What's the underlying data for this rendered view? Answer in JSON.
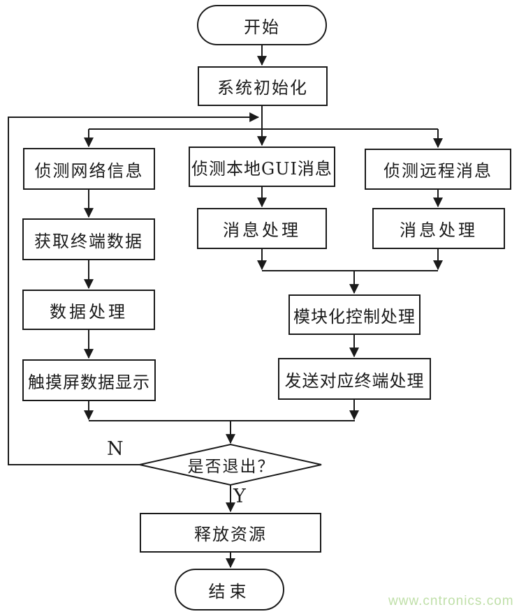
{
  "colors": {
    "line": "#1a1a1a",
    "text": "#1a1a1a",
    "watermark_text": "#bfdfa8",
    "background": "#ffffff"
  },
  "watermark": {
    "text": "www.cntronics.com"
  },
  "edge_labels": {
    "no": "N",
    "yes": "Y"
  },
  "nodes": {
    "start": {
      "label": "开始",
      "shape": "terminator"
    },
    "init": {
      "label": "系统初始化",
      "shape": "process"
    },
    "detect_network": {
      "label": "侦测网络信息",
      "shape": "process"
    },
    "get_terminal_data": {
      "label": "获取终端数据",
      "shape": "process"
    },
    "data_processing": {
      "label": "数据处理",
      "shape": "process"
    },
    "touchscreen_display": {
      "label": "触摸屏数据显示",
      "shape": "process"
    },
    "detect_local_gui": {
      "label": "侦测本地GUI消息",
      "shape": "process"
    },
    "local_msg_processing": {
      "label": "消息处理",
      "shape": "process"
    },
    "detect_remote": {
      "label": "侦测远程消息",
      "shape": "process"
    },
    "remote_msg_processing": {
      "label": "消息处理",
      "shape": "process"
    },
    "modular_control": {
      "label": "模块化控制处理",
      "shape": "process"
    },
    "send_terminal": {
      "label": "发送对应终端处理",
      "shape": "process"
    },
    "exit_decision": {
      "label": "是否退出？",
      "shape": "decision"
    },
    "release_resources": {
      "label": "释放资源",
      "shape": "process"
    },
    "end": {
      "label": "结束",
      "shape": "terminator"
    }
  }
}
